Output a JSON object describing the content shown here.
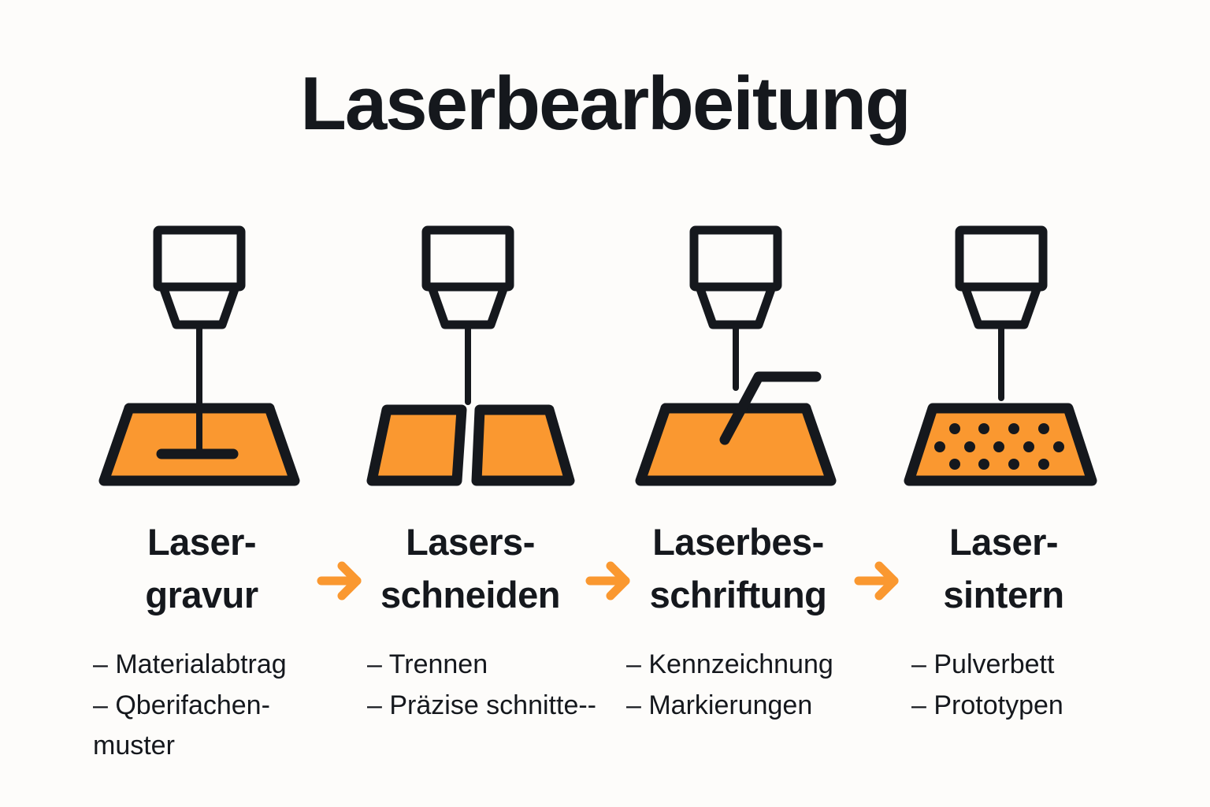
{
  "page": {
    "title": "Laserbearbeitung",
    "background_color": "#fdfcfa",
    "ink_color": "#15181d",
    "accent_color": "#fa9830"
  },
  "arrows": {
    "glyph_name": "arrow-right-icon",
    "color": "#fa9830",
    "count": 3
  },
  "columns": [
    {
      "id": "lasergravur",
      "icon_name": "laser-engraving-icon",
      "icon_description": "Laserkopf mit Strahl und graviertem Strich im Werkstueck",
      "heading": "Laser-\ngravur",
      "heading_line1": "Laser-",
      "heading_line2": "gravur",
      "bullets": [
        "– Materialabtrag",
        "– Qberifachen-\nmuster"
      ],
      "bullet_texts": [
        "Materialabtrag",
        "Qberifachen-muster"
      ]
    },
    {
      "id": "laserschneiden",
      "icon_name": "laser-cutting-icon",
      "icon_description": "Laserkopf mit Strahl und zwei getrennten Werkstueckteilen",
      "heading": "Lasers-\nschneiden",
      "heading_line1": "Lasers-",
      "heading_line2": "schneiden",
      "bullets": [
        "– Trennen",
        "– Präzise schnitte--"
      ],
      "bullet_texts": [
        "Trennen",
        "Präzise schnitte--"
      ]
    },
    {
      "id": "laserbeschriftung",
      "icon_name": "laser-marking-icon",
      "icon_description": "Laserkopf mit Strahl und Markierungslinie auf dem Werkstueck",
      "heading": "Laserbes-\nschriftung",
      "heading_line1": "Laserbes-",
      "heading_line2": "schriftung",
      "bullets": [
        "– Kennzeichnung",
        "– Markierungen"
      ],
      "bullet_texts": [
        "Kennzeichnung",
        "Markierungen"
      ]
    },
    {
      "id": "lasersintern",
      "icon_name": "laser-sintering-icon",
      "icon_description": "Laserkopf mit Strahl und Pulverbett mit Punkten",
      "heading": "Laser-\nsintern",
      "heading_line1": "Laser-",
      "heading_line2": "sintern",
      "bullets": [
        "– Pulverbett",
        "– Prototypen"
      ],
      "bullet_texts": [
        "Pulverbett",
        "Prototypen"
      ]
    }
  ]
}
